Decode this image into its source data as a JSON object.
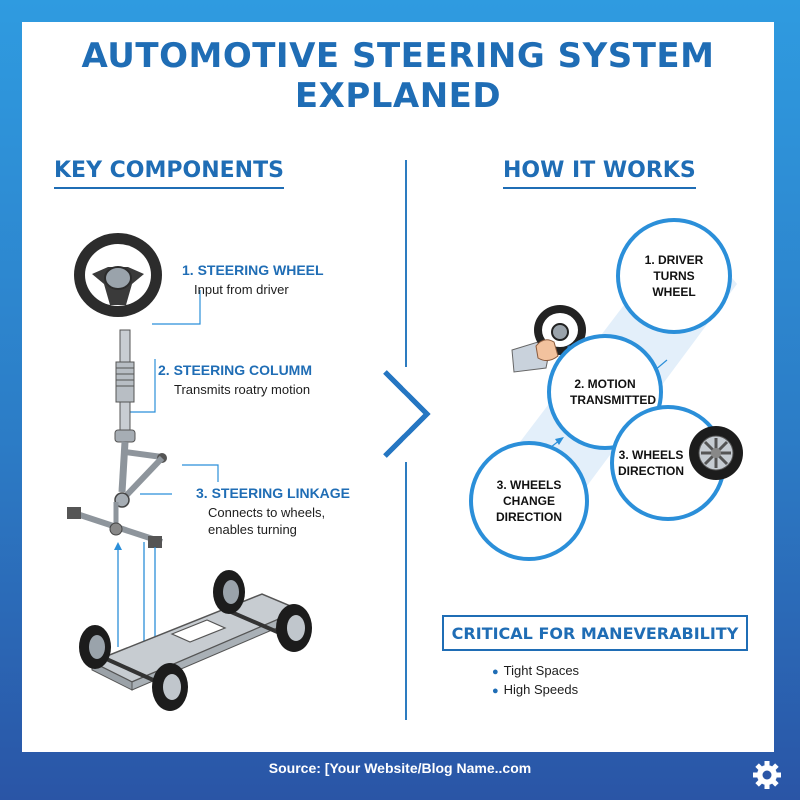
{
  "title_line1": "AUTOMOTIVE STEERING SYSTEM",
  "title_line2": "EXPLANED",
  "left": {
    "heading": "KEY COMPONENTS",
    "components": [
      {
        "title": "1. STEERING WHEEL",
        "desc": [
          "Input from driver"
        ]
      },
      {
        "title": "2. STEERING COLUMM",
        "desc": [
          "Transmits roatry motion"
        ]
      },
      {
        "title": "3. STEERING LINKAGE",
        "desc": [
          "Connects to wheels,",
          "enables turning"
        ]
      }
    ]
  },
  "right": {
    "heading": "HOW IT WORKS",
    "steps": [
      {
        "lines": [
          "1. DRIVER",
          "TURNS WHEEL"
        ]
      },
      {
        "lines": [
          "2. MOTION",
          "TRANSMITTED"
        ]
      },
      {
        "lines": [
          "3. WHEELS",
          "DIRECTION"
        ]
      },
      {
        "lines": [
          "3. WHEELS",
          "CHANGE",
          "DIRECTION"
        ]
      }
    ],
    "critical": "CRITICAL FOR MANEVERABILITY",
    "bullets": [
      "Tight Spaces",
      "High Speeds"
    ]
  },
  "footer": "Source: [Your Website/Blog Name..com",
  "colors": {
    "accent": "#1f6db5",
    "ring": "#2b8fd9",
    "bg_top": "#2f9be0",
    "bg_bottom": "#2a55a6"
  },
  "icons": [
    "steering-wheel-icon",
    "chevron-right-icon",
    "hand-icon",
    "wheel-icon",
    "gear-icon"
  ]
}
